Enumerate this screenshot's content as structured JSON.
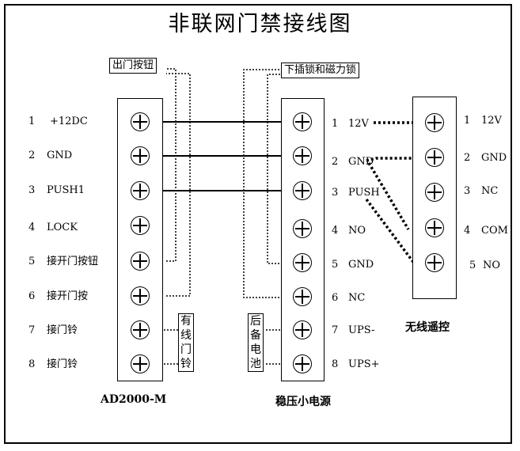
{
  "title": "非联网门禁接线图",
  "controller": {
    "name": "AD2000-M",
    "pins": [
      {
        "num": "1",
        "label": "+12DC"
      },
      {
        "num": "2",
        "label": "GND"
      },
      {
        "num": "3",
        "label": "PUSH1"
      },
      {
        "num": "4",
        "label": "LOCK"
      },
      {
        "num": "5",
        "label": "接开门按钮"
      },
      {
        "num": "6",
        "label": "接开门按"
      },
      {
        "num": "7",
        "label": "接门铃"
      },
      {
        "num": "8",
        "label": "接门铃"
      }
    ]
  },
  "power_supply": {
    "name": "稳压小电源",
    "pins": [
      {
        "num": "1",
        "label": "12V"
      },
      {
        "num": "2",
        "label": "GND"
      },
      {
        "num": "3",
        "label": "PUSH"
      },
      {
        "num": "4",
        "label": "NO"
      },
      {
        "num": "5",
        "label": "GND"
      },
      {
        "num": "6",
        "label": "NC"
      },
      {
        "num": "7",
        "label": "UPS-"
      },
      {
        "num": "8",
        "label": "UPS+"
      }
    ]
  },
  "remote": {
    "name": "无线遥控",
    "pins": [
      {
        "num": "1",
        "label": "12V"
      },
      {
        "num": "2",
        "label": "GND"
      },
      {
        "num": "3",
        "label": "NC"
      },
      {
        "num": "4",
        "label": "COM"
      },
      {
        "num": "5",
        "label": "NO"
      }
    ]
  },
  "tags": {
    "exit_button": "出门按钮",
    "lock": "下插锁和磁力锁",
    "doorbell": "有线门铃",
    "battery": "后备电池"
  }
}
